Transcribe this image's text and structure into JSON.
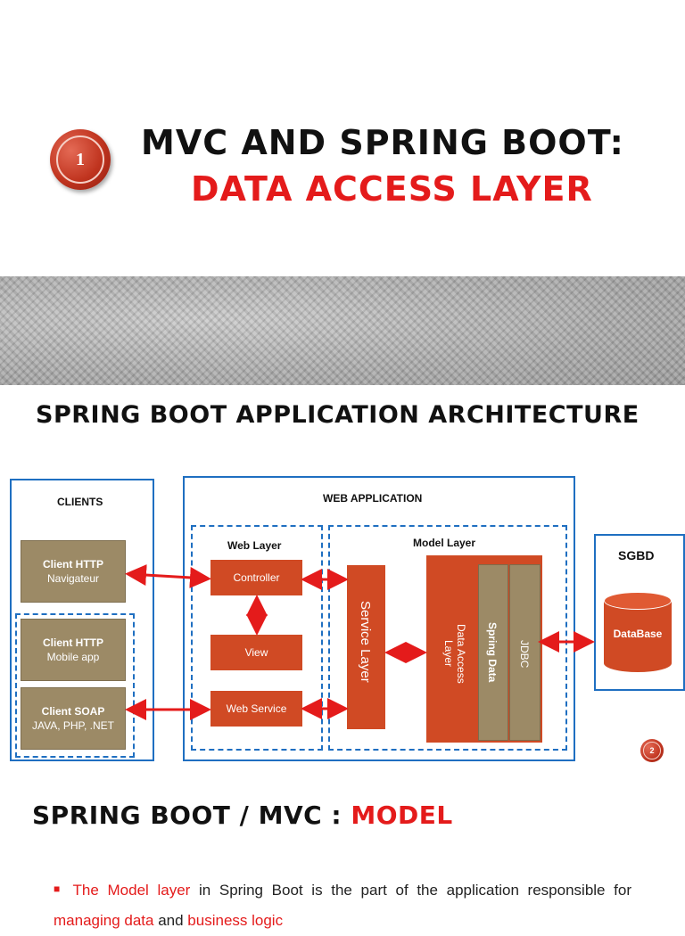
{
  "slide1": {
    "badge_number": "1",
    "title_line1": "MVC AND SPRING BOOT:",
    "title_line2": "DATA ACCESS LAYER"
  },
  "slide2": {
    "heading": "SPRING BOOT APPLICATION ARCHITECTURE",
    "page_number": "2",
    "diagram": {
      "clients_label": "CLIENTS",
      "web_application_label": "WEB APPLICATION",
      "web_layer_label": "Web Layer",
      "model_layer_label": "Model Layer",
      "sgbd_label": "SGBD",
      "clients": [
        {
          "title": "Client HTTP",
          "subtitle": "Navigateur"
        },
        {
          "title": "Client HTTP",
          "subtitle": "Mobile app"
        },
        {
          "title": "Client SOAP",
          "subtitle": "JAVA, PHP, .NET"
        }
      ],
      "controller": "Controller",
      "view": "View",
      "web_service": "Web Service",
      "service_layer": "Service Layer",
      "data_access_layer": "Data Access Layer",
      "spring_data": "Spring Data",
      "jdbc": "JDBC",
      "database": "DataBase",
      "colors": {
        "frame": "#1f6fc1",
        "component": "#d04a24",
        "client": "#9c8a66",
        "arrow": "#e41b1b"
      }
    }
  },
  "slide3": {
    "heading_prefix": "SPRING BOOT / MVC : ",
    "heading_highlight": "MODEL",
    "para_part1": "The Model layer",
    "para_part2": " in Spring Boot is the part of the application responsible for ",
    "para_part3": "managing data",
    "para_part4": " and ",
    "para_part5": "business logic"
  }
}
